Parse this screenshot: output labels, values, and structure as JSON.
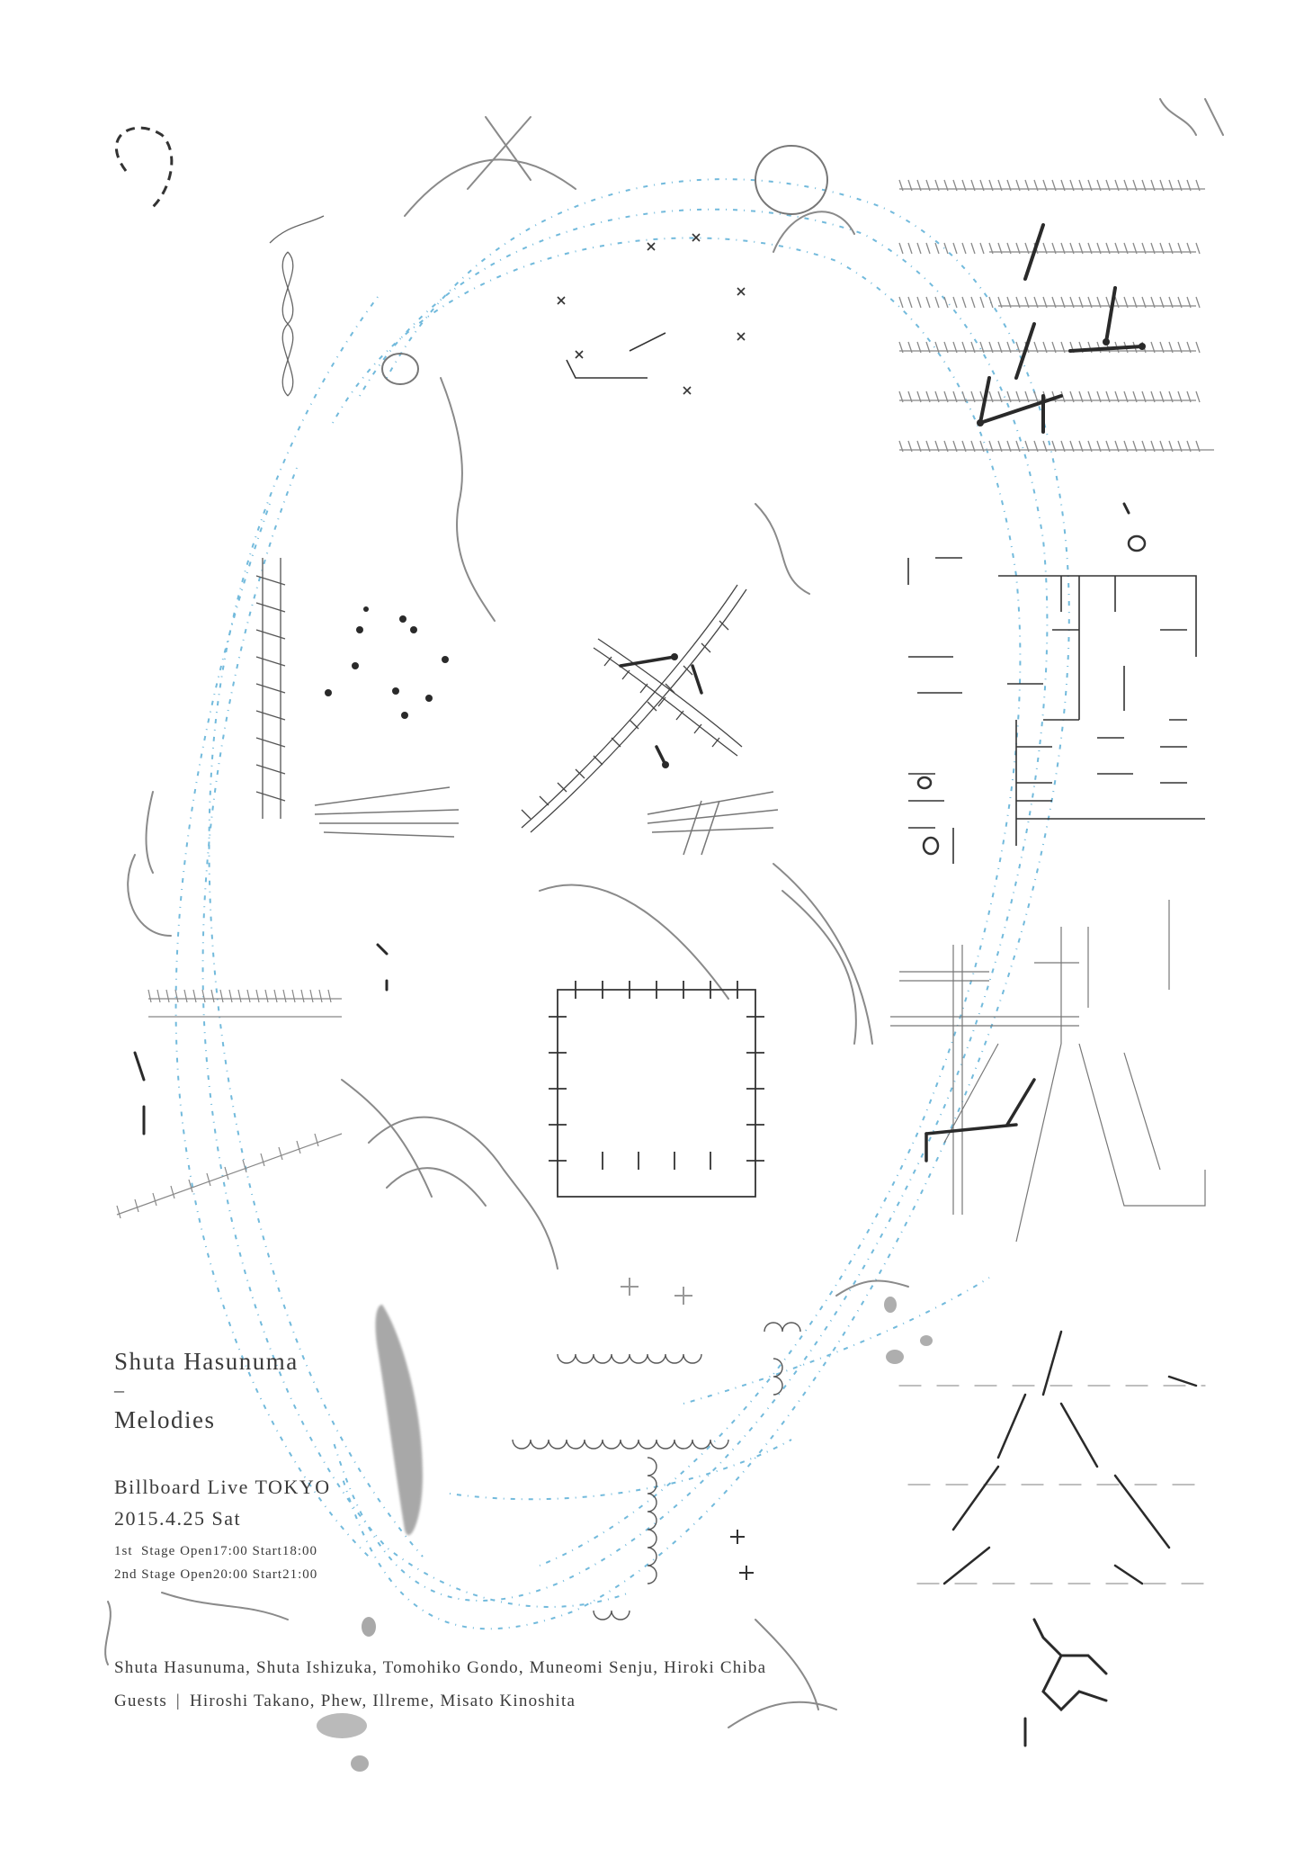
{
  "poster": {
    "artist": "Shuta Hasunuma",
    "dash": "–",
    "title": "Melodies",
    "venue": "Billboard Live TOKYO",
    "date": "2015.4.25 Sat",
    "stage1": "1st  Stage Open17:00 Start18:00",
    "stage2": "2nd Stage Open20:00 Start21:00",
    "members": "Shuta Hasunuma, Shuta Ishizuka, Tomohiko Gondo, Muneomi Senju, Hiroki Chiba",
    "guests_label": "Guests",
    "guests_separator": "|",
    "guests": "Hiroshi Takano, Phew, Illreme, Misato Kinoshita"
  },
  "colors": {
    "background": "#ffffff",
    "text": "#3a3a3a",
    "pencil": "#8a8a8a",
    "ink": "#2a2a2a",
    "dotted_blue": "#5aaed6",
    "wash": "#9a9a9a"
  },
  "artwork": {
    "description_icon": "abstract-drawing-icon"
  }
}
